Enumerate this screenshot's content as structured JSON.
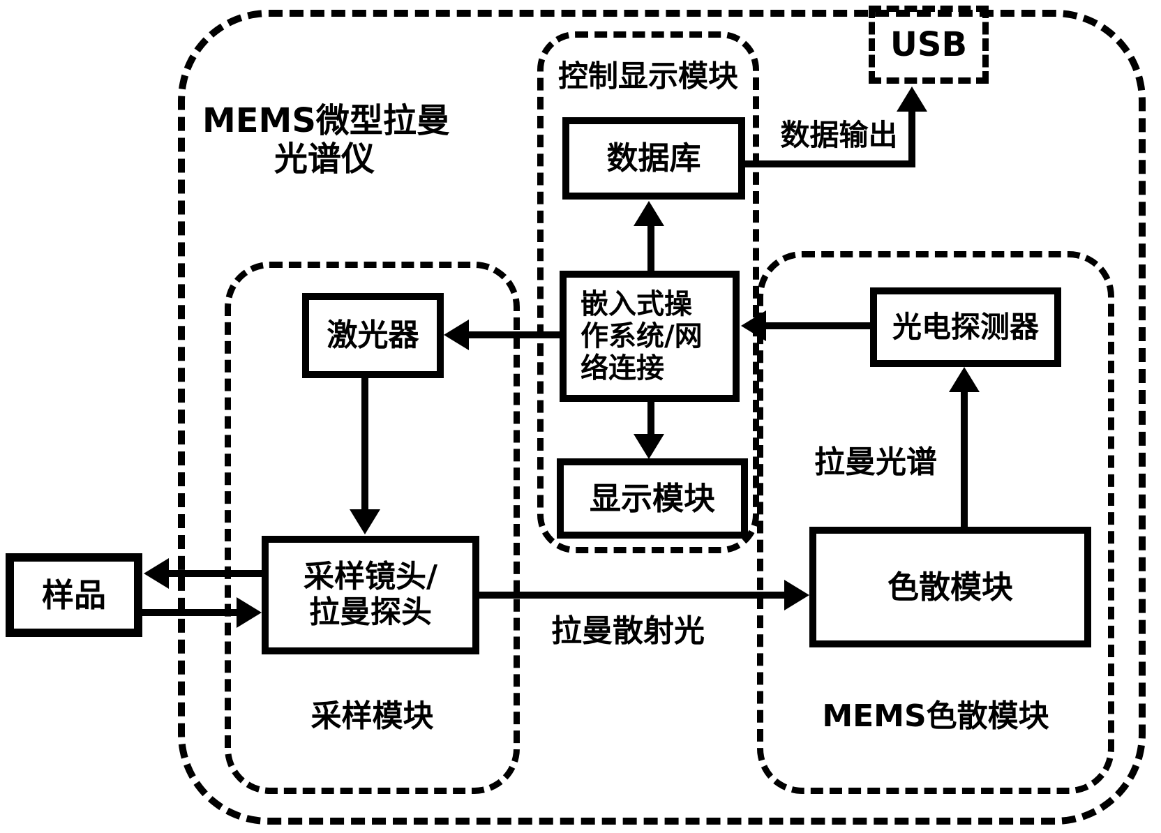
{
  "figure": {
    "title_line1": "MEMS微型拉曼",
    "title_line2": "光谱仪",
    "usb_label": "USB",
    "sample_label": "样品",
    "sampling_module": {
      "label": "采样模块",
      "laser": "激光器",
      "lens_line1": "采样镜头/",
      "lens_line2": "拉曼探头"
    },
    "control_module": {
      "label": "控制显示模块",
      "database": "数据库",
      "embedded_line1": "嵌入式操",
      "embedded_line2": "作系统/网",
      "embedded_line3": "络连接",
      "display": "显示模块"
    },
    "dispersion_module": {
      "label": "MEMS色散模块",
      "detector": "光电探测器",
      "dispersion": "色散模块"
    },
    "flow_labels": {
      "data_output": "数据输出",
      "raman_spectrum": "拉曼光谱",
      "raman_scattered_light": "拉曼散射光"
    }
  },
  "colors": {
    "stroke": "#000000",
    "background": "#ffffff"
  }
}
